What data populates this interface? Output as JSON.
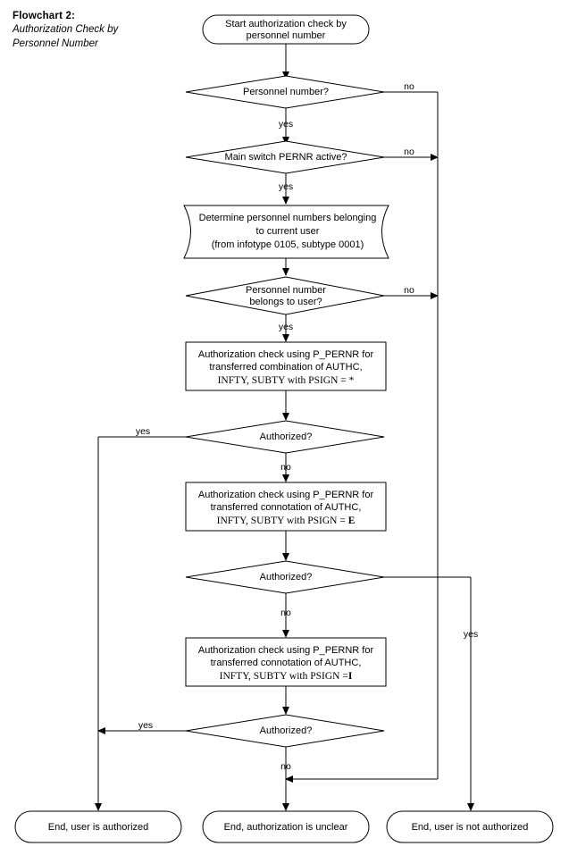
{
  "title": {
    "main": "Flowchart 2:",
    "sub_line1": "Authorization Check by",
    "sub_line2": "Personnel Number"
  },
  "colors": {
    "stroke": "#000000",
    "fill": "#ffffff",
    "text": "#000000"
  },
  "chart_data": {
    "type": "diagram",
    "diagram_kind": "flowchart",
    "title": "Flowchart 2: Authorization Check by Personnel Number",
    "nodes": [
      {
        "id": "start",
        "shape": "terminator",
        "lines": [
          "Start authorization check by",
          "personnel number"
        ]
      },
      {
        "id": "d1",
        "shape": "decision",
        "lines": [
          "Personnel number?"
        ]
      },
      {
        "id": "d2",
        "shape": "decision",
        "lines": [
          "Main switch PERNR active?"
        ]
      },
      {
        "id": "p1",
        "shape": "stored-data",
        "lines": [
          "Determine personnel numbers belonging",
          "to current user",
          "(from infotype 0105, subtype 0001)"
        ]
      },
      {
        "id": "d3",
        "shape": "decision",
        "lines": [
          "Personnel number",
          "belongs to user?"
        ]
      },
      {
        "id": "p2",
        "shape": "process",
        "lines": [
          "Authorization check using P_PERNR for",
          "transferred combination of AUTHC,",
          "INFTY, SUBTY with PSIGN = *"
        ]
      },
      {
        "id": "d4",
        "shape": "decision",
        "lines": [
          "Authorized?"
        ]
      },
      {
        "id": "p3",
        "shape": "process",
        "lines": [
          "Authorization check using P_PERNR for",
          "transferred connotation of AUTHC,",
          "INFTY, SUBTY with PSIGN = E"
        ]
      },
      {
        "id": "d5",
        "shape": "decision",
        "lines": [
          "Authorized?"
        ]
      },
      {
        "id": "p4",
        "shape": "process",
        "lines": [
          "Authorization check using P_PERNR for",
          "transferred connotation of AUTHC,",
          "INFTY, SUBTY with PSIGN = I"
        ]
      },
      {
        "id": "d6",
        "shape": "decision",
        "lines": [
          "Authorized?"
        ]
      },
      {
        "id": "end_auth",
        "shape": "terminator",
        "lines": [
          "End, user is authorized"
        ]
      },
      {
        "id": "end_unclear",
        "shape": "terminator",
        "lines": [
          "End, authorization is unclear"
        ]
      },
      {
        "id": "end_not",
        "shape": "terminator",
        "lines": [
          "End, user is not authorized"
        ]
      }
    ],
    "edges": [
      {
        "from": "start",
        "to": "d1",
        "label": ""
      },
      {
        "from": "d1",
        "to": "d2",
        "label": "yes"
      },
      {
        "from": "d1",
        "to": "end_not",
        "label": "no"
      },
      {
        "from": "d2",
        "to": "p1",
        "label": "yes"
      },
      {
        "from": "d2",
        "to": "end_not",
        "label": "no"
      },
      {
        "from": "p1",
        "to": "d3",
        "label": ""
      },
      {
        "from": "d3",
        "to": "p2",
        "label": "yes"
      },
      {
        "from": "d3",
        "to": "end_not",
        "label": "no"
      },
      {
        "from": "p2",
        "to": "d4",
        "label": ""
      },
      {
        "from": "d4",
        "to": "end_auth",
        "label": "yes"
      },
      {
        "from": "d4",
        "to": "p3",
        "label": "no"
      },
      {
        "from": "p3",
        "to": "d5",
        "label": ""
      },
      {
        "from": "d5",
        "to": "end_not",
        "label": "yes"
      },
      {
        "from": "d5",
        "to": "p4",
        "label": "no"
      },
      {
        "from": "p4",
        "to": "d6",
        "label": ""
      },
      {
        "from": "d6",
        "to": "end_auth",
        "label": "yes"
      },
      {
        "from": "d6",
        "to": "end_unclear",
        "label": "no"
      }
    ]
  },
  "nodes": {
    "start": {
      "line1": "Start authorization check by",
      "line2": "personnel number"
    },
    "d1": {
      "line1": "Personnel number?"
    },
    "d2": {
      "line1": "Main switch PERNR active?"
    },
    "p1": {
      "line1": "Determine personnel numbers belonging",
      "line2": "to current user",
      "line3": "(from infotype 0105, subtype 0001)"
    },
    "d3": {
      "line1": "Personnel number",
      "line2": "belongs to user?"
    },
    "p2": {
      "line1": "Authorization check using P_PERNR for",
      "line2": "transferred combination of AUTHC,",
      "line3_prefix": "INFTY, SUBTY with PSIGN = ",
      "line3_value": "*"
    },
    "d4": {
      "line1": "Authorized?"
    },
    "p3": {
      "line1": "Authorization check using P_PERNR for",
      "line2": "transferred connotation of AUTHC,",
      "line3_prefix": "INFTY, SUBTY with PSIGN = ",
      "line3_value": "E"
    },
    "d5": {
      "line1": "Authorized?"
    },
    "p4": {
      "line1": "Authorization check using P_PERNR for",
      "line2": "transferred connotation of AUTHC,",
      "line3_prefix": "INFTY, SUBTY with PSIGN =",
      "line3_value": "I"
    },
    "d6": {
      "line1": "Authorized?"
    },
    "end_auth": {
      "line1": "End, user is authorized"
    },
    "end_unclear": {
      "line1": "End, authorization is unclear"
    },
    "end_not": {
      "line1": "End, user is not authorized"
    }
  },
  "edge_labels": {
    "d1_no": "no",
    "d1_yes": "yes",
    "d2_no": "no",
    "d2_yes": "yes",
    "d3_no": "no",
    "d3_yes": "yes",
    "d4_yes": "yes",
    "d4_no": "no",
    "d5_yes": "yes",
    "d5_no": "no",
    "d6_yes": "yes",
    "d6_no": "no"
  }
}
